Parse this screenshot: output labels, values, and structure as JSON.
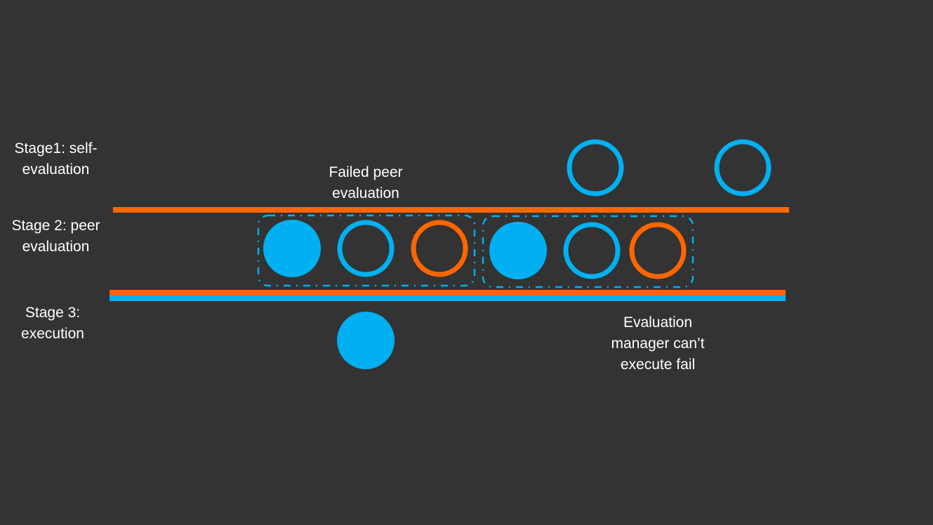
{
  "colors": {
    "background": "#333333",
    "orange": "#FF6600",
    "blue": "#00B0F0",
    "text": "#FFFFFF"
  },
  "stages": [
    {
      "label": "Stage1: self-\nevaluation"
    },
    {
      "label": "Stage 2: peer\nevaluation"
    },
    {
      "label": "Stage 3:\nexecution"
    }
  ],
  "annotations": {
    "failed_peer": "Failed peer\nevaluation",
    "manager_fail": "Evaluation\nmanager can’t\nexecute fail"
  }
}
